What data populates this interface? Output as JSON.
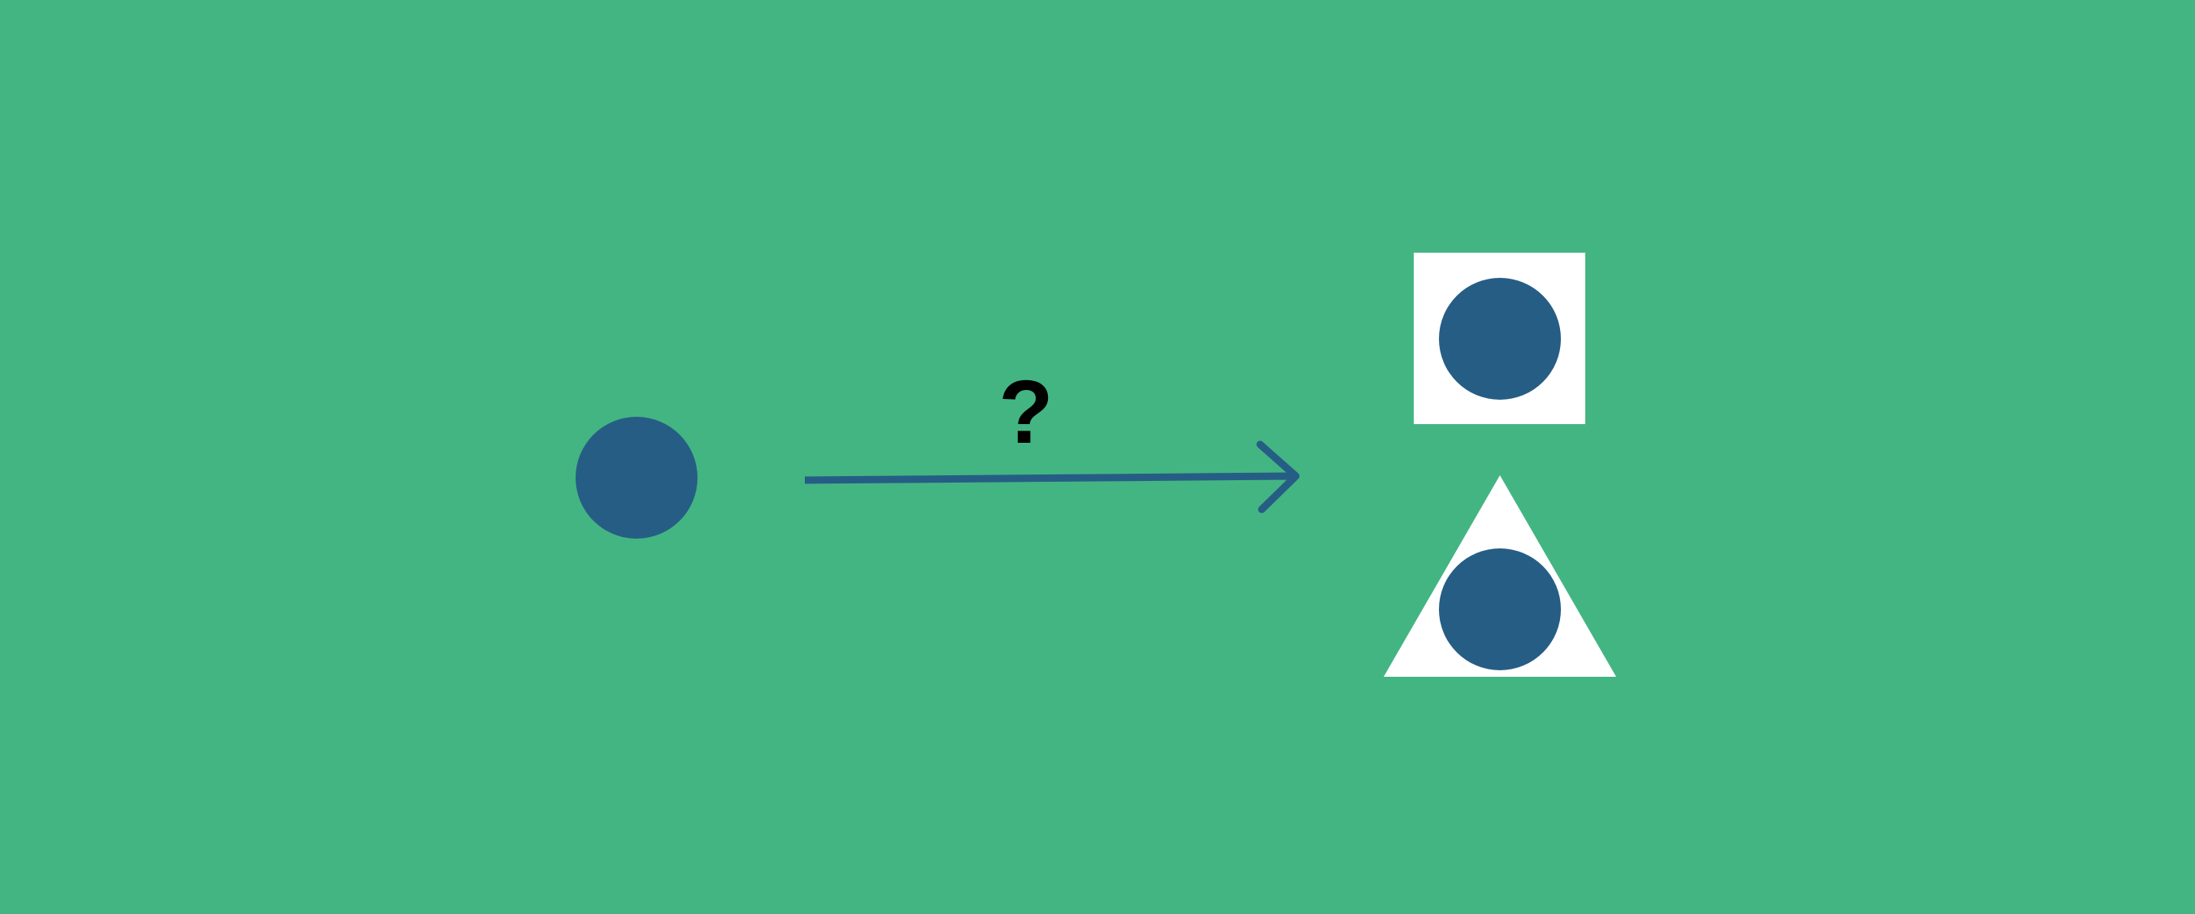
{
  "diagram": {
    "question_mark": "?",
    "colors": {
      "background": "#43B582",
      "shape_fill": "#265D85",
      "arrow": "#265D85",
      "frame_fill": "#FFFFFF",
      "text": "#000000"
    },
    "elements": [
      {
        "id": "source",
        "shape": "circle",
        "frame": "none"
      },
      {
        "id": "option-square",
        "shape": "circle",
        "frame": "square"
      },
      {
        "id": "option-triangle",
        "shape": "circle",
        "frame": "triangle"
      }
    ],
    "icons": {
      "arrow": "right-arrow-icon"
    }
  }
}
